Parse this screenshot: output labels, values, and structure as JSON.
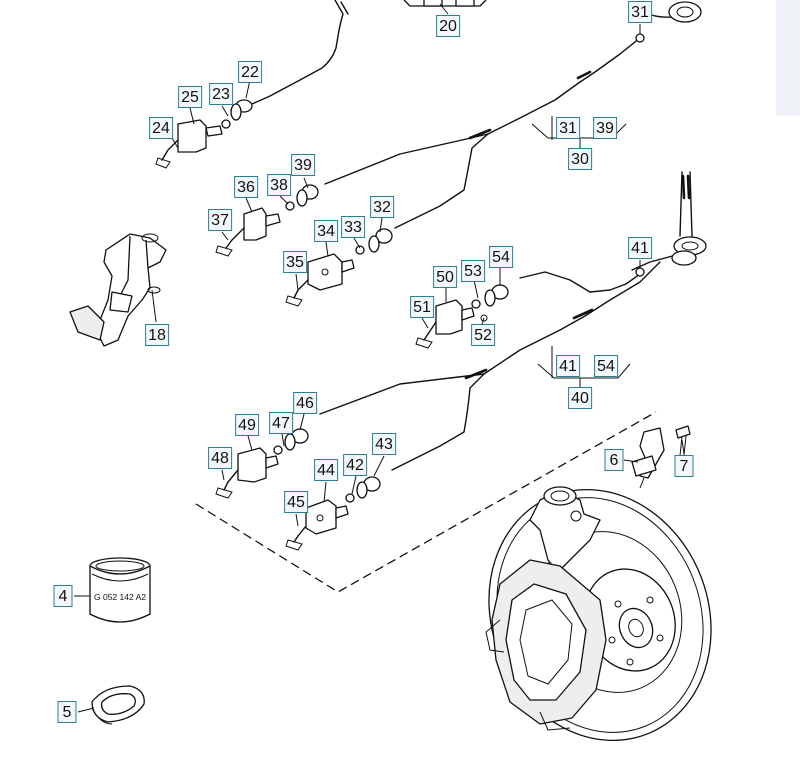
{
  "diagram": {
    "callouts": {
      "c20": "20",
      "c31": "31",
      "c22": "22",
      "c23": "23",
      "c25": "25",
      "c24": "24",
      "c31_39_a": "31",
      "c31_39_b": "39",
      "c30": "30",
      "c39": "39",
      "c36": "36",
      "c38": "38",
      "c37": "37",
      "c32": "32",
      "c34": "34",
      "c33": "33",
      "c35": "35",
      "c41": "41",
      "c54": "54",
      "c50": "50",
      "c53": "53",
      "c51": "51",
      "c52": "52",
      "c18": "18",
      "c41_54_a": "41",
      "c41_54_b": "54",
      "c40": "40",
      "c46": "46",
      "c49": "49",
      "c47": "47",
      "c48": "48",
      "c43": "43",
      "c44": "44",
      "c42": "42",
      "c45": "45",
      "c6": "6",
      "c7": "7",
      "c4": "4",
      "c5": "5"
    },
    "part_markings": {
      "sealant_tube": "G 052 142 A2"
    }
  }
}
